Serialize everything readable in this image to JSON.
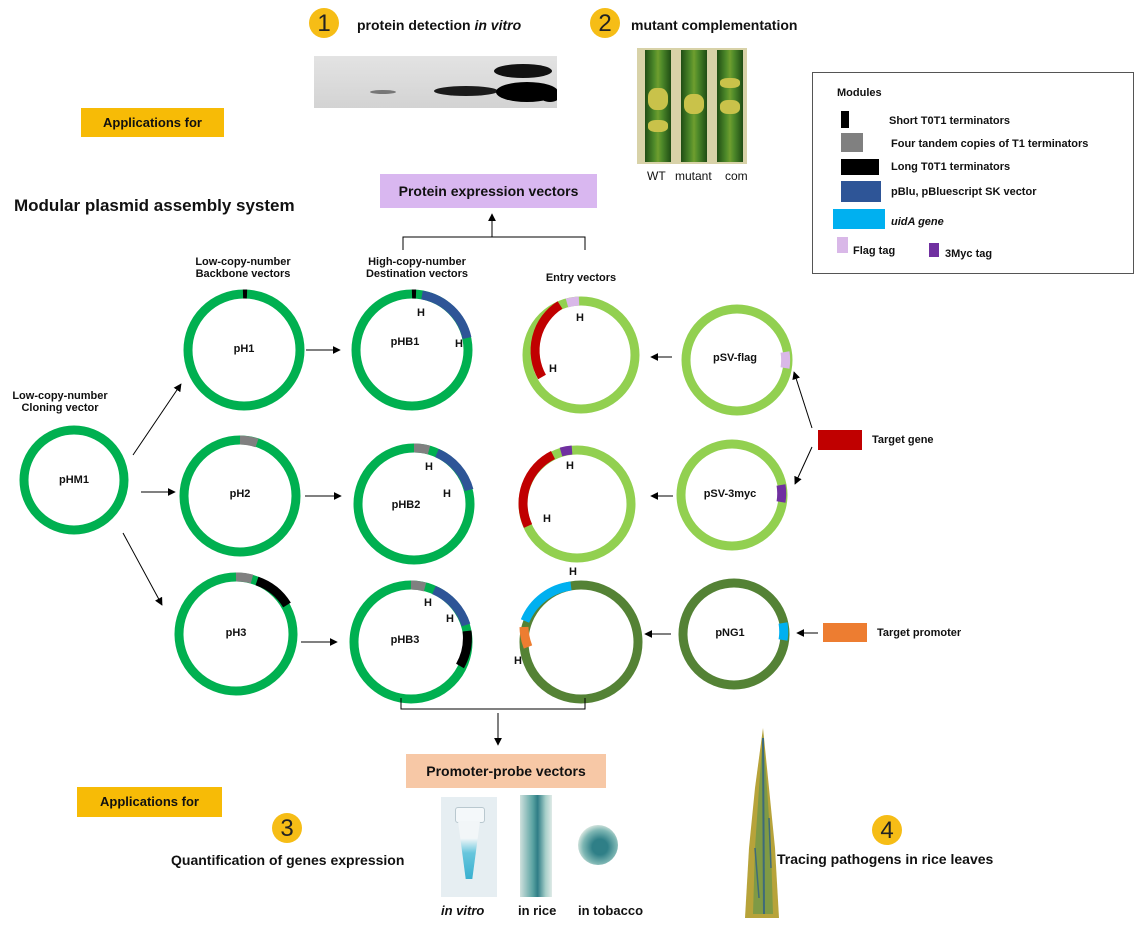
{
  "applications_top": {
    "label": "Applications for",
    "items": [
      {
        "number": "1",
        "label_prefix": "protein detection ",
        "label_italic": "in vitro"
      },
      {
        "number": "2",
        "label": "mutant complementation"
      }
    ],
    "leaf_labels": [
      "WT",
      "mutant",
      "com"
    ]
  },
  "legend": {
    "title": "Modules",
    "items": [
      {
        "label": "Short T0T1 terminators",
        "color": "#000000"
      },
      {
        "label": "Four tandem copies of T1 terminators",
        "color": "#808080"
      },
      {
        "label": "Long T0T1 terminators",
        "color": "#000000"
      },
      {
        "label": "pBlu, pBluescript SK vector",
        "color": "#2e5597"
      },
      {
        "label": "uidA gene",
        "color": "#00b0f0"
      },
      {
        "label": "Flag tag",
        "color": "#d9b8e8"
      },
      {
        "label": "3Myc tag",
        "color": "#7030a0"
      }
    ]
  },
  "diagram": {
    "title": "Modular plasmid assembly system",
    "protein_expression_label": "Protein expression vectors",
    "promoter_probe_label": "Promoter-probe vectors",
    "column_headers": {
      "cloning": "Low-copy-number\nCloning vector",
      "backbone": "Low-copy-number\nBackbone vectors",
      "destination": "High-copy-number\nDestination vectors",
      "entry": "Entry vectors"
    },
    "plasmids": {
      "phm1": "pHM1",
      "ph1": "pH1",
      "ph2": "pH2",
      "ph3": "pH3",
      "phb1": "pHB1",
      "phb2": "pHB2",
      "phb3": "pHB3",
      "psv_flag": "pSV-flag",
      "psv_3myc": "pSV-3myc",
      "png1": "pNG1"
    },
    "site_label": "H",
    "target_gene_label": "Target gene",
    "target_promoter_label": "Target promoter",
    "colors": {
      "backbone_green": "#00b050",
      "light_green": "#92d050",
      "dark_green": "#548235",
      "target_gene": "#c00000",
      "target_promoter": "#ed7d31"
    }
  },
  "applications_bottom": {
    "label": "Applications for",
    "items": [
      {
        "number": "3",
        "label": "Quantification of  genes expression"
      },
      {
        "number": "4",
        "label": "Tracing pathogens in rice leaves"
      }
    ],
    "image_labels": [
      {
        "text": "in vitro",
        "italic": true
      },
      {
        "text": "in rice",
        "italic": false
      },
      {
        "text": "in tobacco",
        "italic": false
      }
    ]
  }
}
